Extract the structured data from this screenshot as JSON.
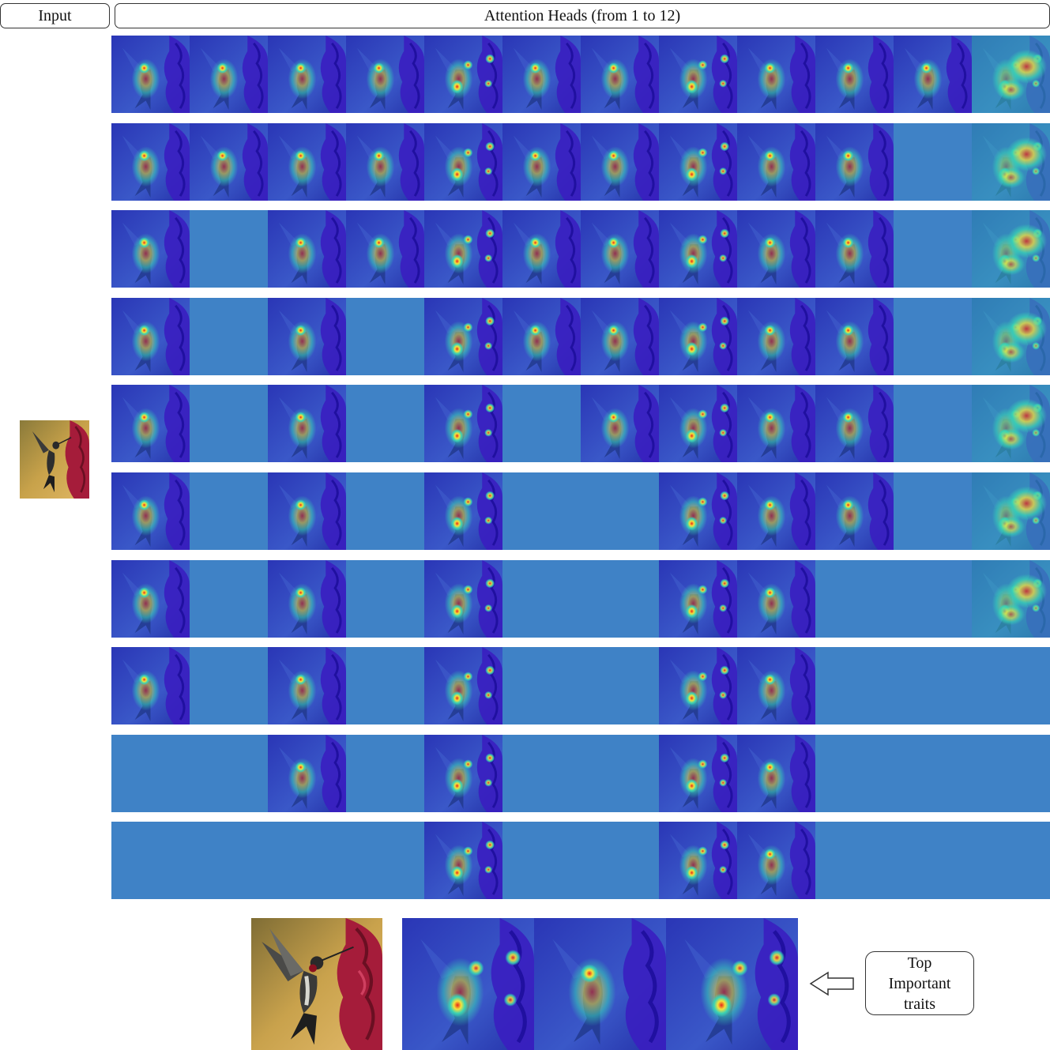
{
  "header": {
    "input_label": "Input",
    "heads_label": "Attention Heads (from 1 to 12)"
  },
  "grid": {
    "rows": [
      [
        1,
        1,
        1,
        1,
        1,
        1,
        1,
        1,
        1,
        1,
        1,
        1
      ],
      [
        1,
        1,
        1,
        1,
        1,
        1,
        1,
        1,
        1,
        1,
        0,
        1
      ],
      [
        1,
        0,
        1,
        1,
        1,
        1,
        1,
        1,
        1,
        1,
        0,
        1
      ],
      [
        1,
        0,
        1,
        0,
        1,
        1,
        1,
        1,
        1,
        1,
        0,
        1
      ],
      [
        1,
        0,
        1,
        0,
        1,
        0,
        1,
        1,
        1,
        1,
        0,
        1
      ],
      [
        1,
        0,
        1,
        0,
        1,
        0,
        0,
        1,
        1,
        1,
        0,
        1
      ],
      [
        1,
        0,
        1,
        0,
        1,
        0,
        0,
        1,
        1,
        0,
        0,
        1
      ],
      [
        1,
        0,
        1,
        0,
        1,
        0,
        0,
        1,
        1,
        0,
        0,
        0
      ],
      [
        0,
        0,
        1,
        0,
        1,
        0,
        0,
        1,
        1,
        0,
        0,
        0
      ],
      [
        0,
        0,
        0,
        0,
        1,
        0,
        0,
        1,
        1,
        0,
        0,
        0
      ]
    ],
    "hotspot_heads": [
      5,
      8,
      12
    ],
    "empty_color": "#3f82c6",
    "map_base_color": "#2433b4"
  },
  "bottom": {
    "top_heads": [
      5,
      3,
      8
    ],
    "traits_label_lines": [
      "Top",
      "Important",
      "traits"
    ]
  },
  "colors": {
    "flower": "#a51c3a",
    "background_warm": "#c8a24a",
    "heat_hot": "#e8261a",
    "heat_warm": "#f6e23a",
    "heat_cool": "#38d2b6"
  }
}
